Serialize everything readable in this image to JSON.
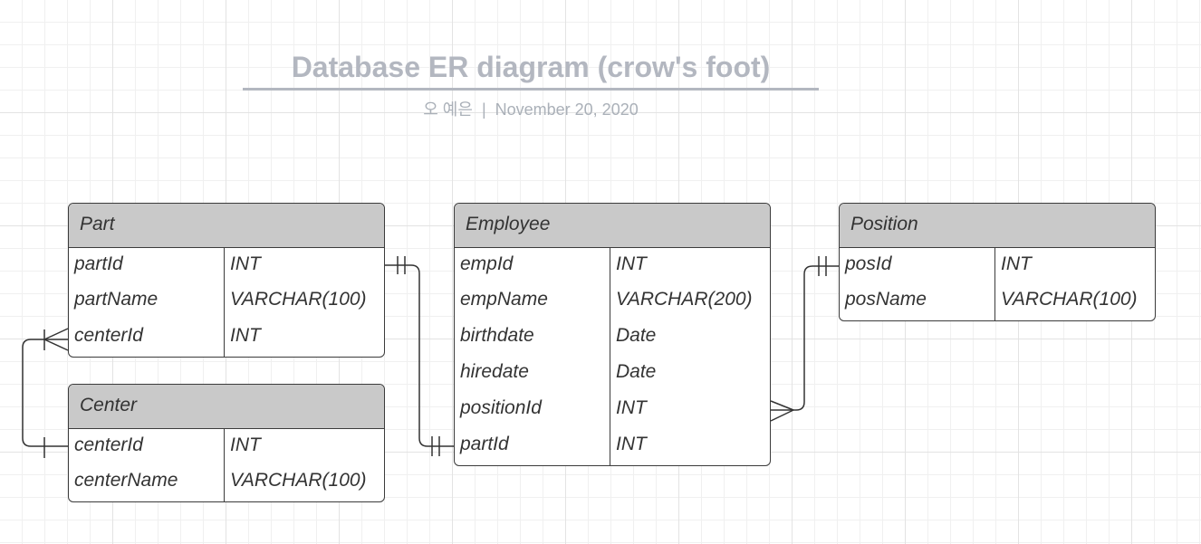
{
  "header": {
    "title": "Database ER diagram (crow's foot)",
    "author": "오 예은",
    "separator": "|",
    "date": "November 20, 2020"
  },
  "entities": {
    "part": {
      "name": "Part",
      "fields": [
        {
          "name": "partId",
          "type": "INT"
        },
        {
          "name": "partName",
          "type": "VARCHAR(100)"
        },
        {
          "name": "centerId",
          "type": "INT"
        }
      ]
    },
    "center": {
      "name": "Center",
      "fields": [
        {
          "name": "centerId",
          "type": "INT"
        },
        {
          "name": "centerName",
          "type": "VARCHAR(100)"
        }
      ]
    },
    "employee": {
      "name": "Employee",
      "fields": [
        {
          "name": "empId",
          "type": "INT"
        },
        {
          "name": "empName",
          "type": "VARCHAR(200)"
        },
        {
          "name": "birthdate",
          "type": "Date"
        },
        {
          "name": "hiredate",
          "type": "Date"
        },
        {
          "name": "positionId",
          "type": "INT"
        },
        {
          "name": "partId",
          "type": "INT"
        }
      ]
    },
    "position": {
      "name": "Position",
      "fields": [
        {
          "name": "posId",
          "type": "INT"
        },
        {
          "name": "posName",
          "type": "VARCHAR(100)"
        }
      ]
    }
  },
  "relationships": [
    {
      "from": "Center.centerId",
      "from_cardinality": "one-and-only-one",
      "to": "Part.centerId",
      "to_cardinality": "many"
    },
    {
      "from": "Part.partId",
      "from_cardinality": "one-and-only-one",
      "to": "Employee.partId",
      "to_cardinality": "one-and-only-one"
    },
    {
      "from": "Position.posId",
      "from_cardinality": "one-and-only-one",
      "to": "Employee.positionId",
      "to_cardinality": "many"
    }
  ],
  "colors": {
    "header_fill": "#c9c9c9",
    "border": "#3b3b3b",
    "title": "#b3b7c0",
    "grid": "#e3e3e3"
  }
}
